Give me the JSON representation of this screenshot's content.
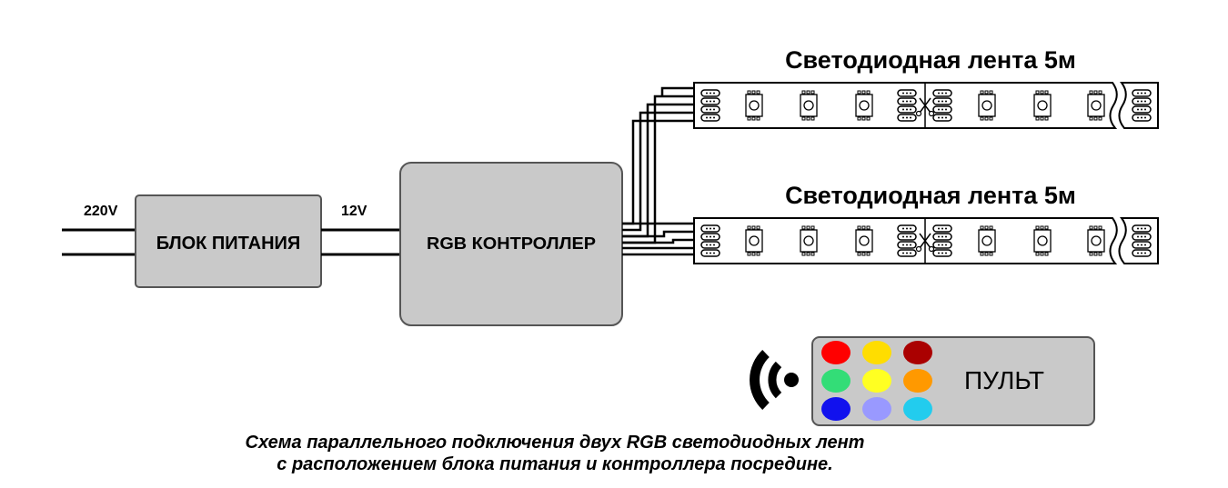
{
  "input_voltage": "220V",
  "output_voltage": "12V",
  "power_supply": {
    "label": "БЛОК ПИТАНИЯ"
  },
  "controller": {
    "label": "RGB КОНТРОЛЛЕР"
  },
  "strips": [
    {
      "label": "Светодиодная лента 5м"
    },
    {
      "label": "Светодиодная лента 5м"
    }
  ],
  "remote": {
    "label": "ПУЛЬТ",
    "buttons": [
      "#ff0000",
      "#ffdd00",
      "#aa0000",
      "#33dd77",
      "#ffff22",
      "#ff9900",
      "#1111ee",
      "#9999ff",
      "#22ccee"
    ]
  },
  "caption": {
    "line1": "Схема параллельного подключения двух RGB светодиодных лент",
    "line2": "с расположением блока питания и контроллера посредине."
  }
}
